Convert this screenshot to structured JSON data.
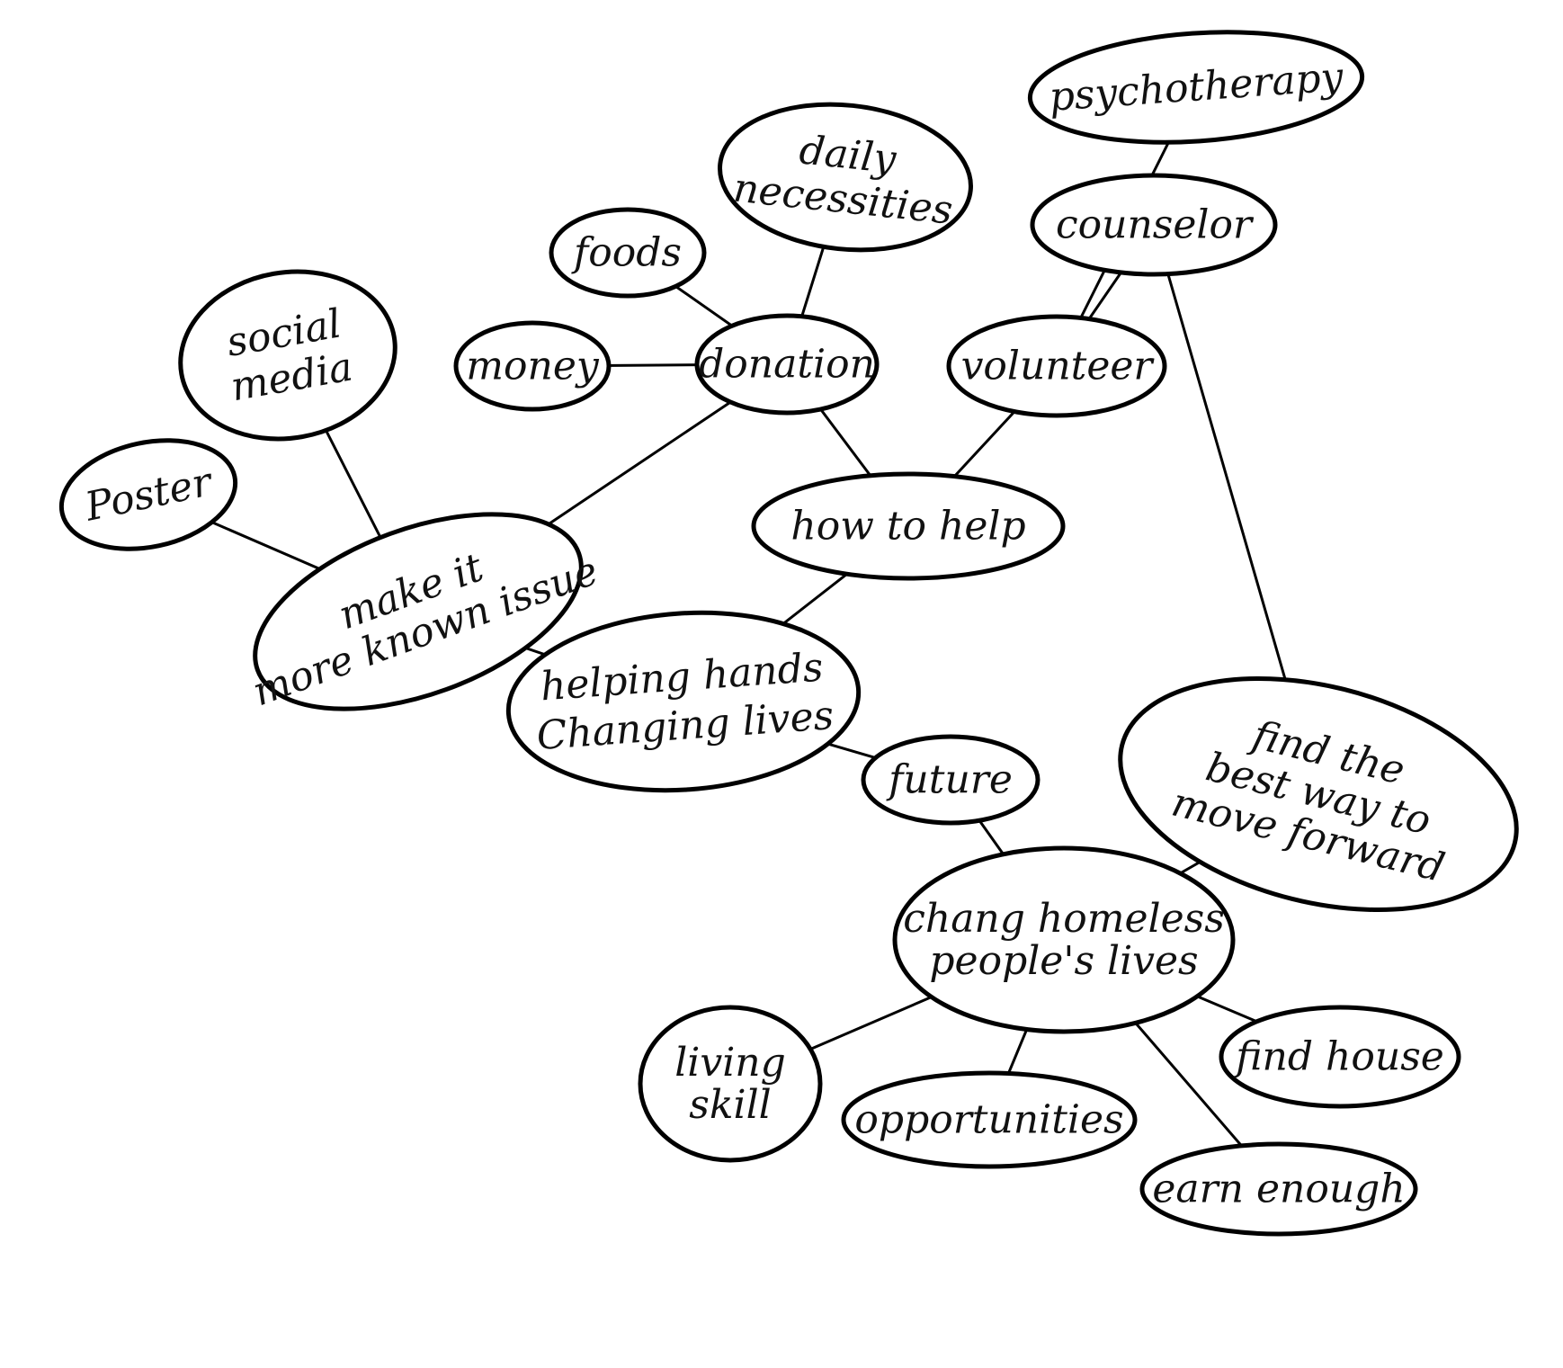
{
  "mindmap": {
    "center": {
      "id": "center",
      "lines": [
        "helping hands",
        "Changing lives"
      ]
    },
    "nodes": [
      {
        "id": "how",
        "lines": [
          "how to help"
        ]
      },
      {
        "id": "make",
        "lines": [
          "make it",
          "more known issue"
        ]
      },
      {
        "id": "poster",
        "lines": [
          "Poster"
        ]
      },
      {
        "id": "social",
        "lines": [
          "social",
          "media"
        ]
      },
      {
        "id": "donation",
        "lines": [
          "donation"
        ]
      },
      {
        "id": "money",
        "lines": [
          "money"
        ]
      },
      {
        "id": "foods",
        "lines": [
          "foods"
        ]
      },
      {
        "id": "daily",
        "lines": [
          "daily",
          "necessities"
        ]
      },
      {
        "id": "volunteer",
        "lines": [
          "volunteer"
        ]
      },
      {
        "id": "psycho",
        "lines": [
          "psychotherapy"
        ]
      },
      {
        "id": "counselor",
        "lines": [
          "counselor"
        ]
      },
      {
        "id": "future",
        "lines": [
          "future"
        ]
      },
      {
        "id": "chang",
        "lines": [
          "chang homeless",
          "people's lives"
        ]
      },
      {
        "id": "best",
        "lines": [
          "find the",
          "best way to",
          "move forward"
        ]
      },
      {
        "id": "living",
        "lines": [
          "living",
          "skill"
        ]
      },
      {
        "id": "opps",
        "lines": [
          "opportunities"
        ]
      },
      {
        "id": "house",
        "lines": [
          "find house"
        ]
      },
      {
        "id": "earn",
        "lines": [
          "earn enough"
        ]
      }
    ],
    "edges": [
      [
        "center",
        "how"
      ],
      [
        "center",
        "make"
      ],
      [
        "center",
        "future"
      ],
      [
        "how",
        "donation"
      ],
      [
        "how",
        "volunteer"
      ],
      [
        "make",
        "poster"
      ],
      [
        "make",
        "social"
      ],
      [
        "make",
        "donation"
      ],
      [
        "donation",
        "money"
      ],
      [
        "donation",
        "foods"
      ],
      [
        "donation",
        "daily"
      ],
      [
        "volunteer",
        "psycho"
      ],
      [
        "volunteer",
        "counselor"
      ],
      [
        "counselor",
        "best"
      ],
      [
        "future",
        "chang"
      ],
      [
        "chang",
        "best"
      ],
      [
        "chang",
        "living"
      ],
      [
        "chang",
        "opps"
      ],
      [
        "chang",
        "house"
      ],
      [
        "chang",
        "earn"
      ]
    ]
  }
}
